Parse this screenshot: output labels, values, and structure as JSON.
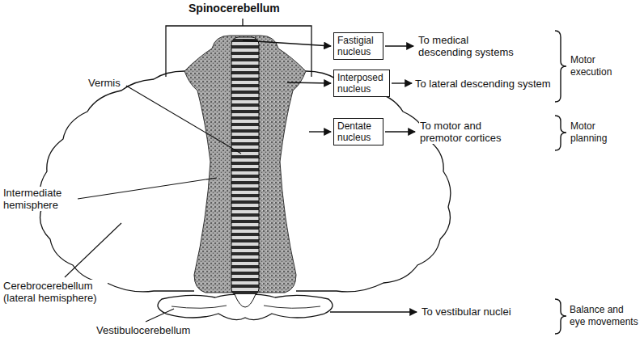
{
  "diagram": {
    "nodes": [
      {
        "text": [
          "Fastigial nucleus"
        ]
      },
      {
        "text": [
          "Interposed nucleus"
        ]
      },
      {
        "text": [
          "Dentate nucleus"
        ]
      }
    ],
    "labels": [
      "Spinocerebellum",
      "Vermis",
      "Intermediate hemisphere",
      "Cerebrocerebellum (lateral hemisphere)",
      "Vestibulocerebellum",
      "To medical descending systems",
      "To lateral descending system",
      "To motor and premotor cortices",
      "To vestibular nuclei",
      "Motor execution",
      "Motor planning",
      "Balance and eye movements"
    ]
  }
}
